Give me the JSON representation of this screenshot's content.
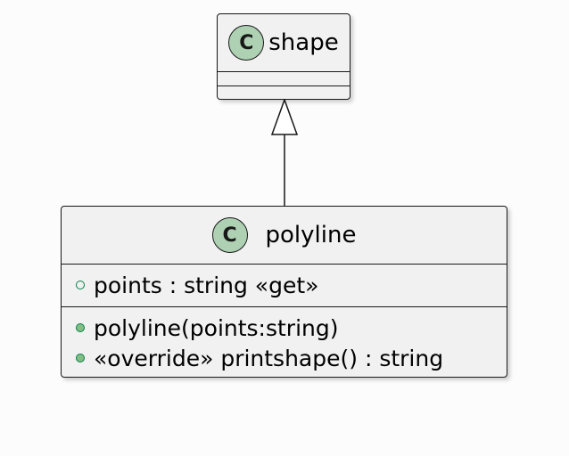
{
  "colors": {
    "background": "#fcfcfc",
    "class_fill": "#f1f1f1",
    "class_border": "#181818",
    "class_icon_fill": "#add1b2",
    "visibility_stroke": "#038048",
    "visibility_method_fill": "#84be84"
  },
  "classes": {
    "shape": {
      "icon_letter": "C",
      "name": "shape",
      "attributes": [],
      "methods": []
    },
    "polyline": {
      "icon_letter": "C",
      "name": "polyline",
      "attributes": [
        {
          "visibility": "public-attribute",
          "text": "points : string «get»"
        }
      ],
      "methods": [
        {
          "visibility": "public-method",
          "text": "polyline(points:string)"
        },
        {
          "visibility": "public-method",
          "text": "«override» printshape() : string"
        }
      ]
    }
  },
  "relations": [
    {
      "type": "inheritance",
      "from": "polyline",
      "to": "shape"
    }
  ]
}
